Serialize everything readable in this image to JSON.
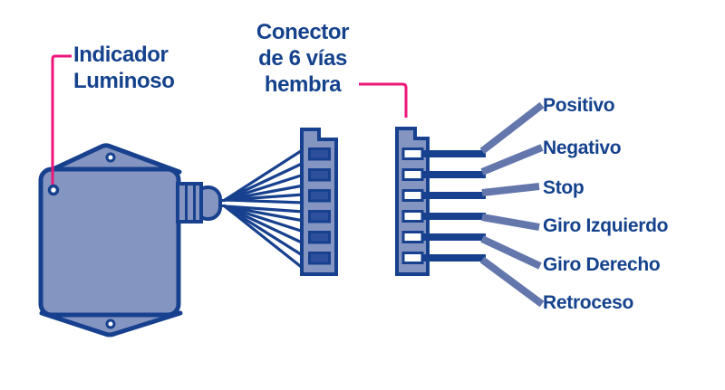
{
  "colors": {
    "navy": "#17418E",
    "fill": "#8495C2",
    "slot": "#2E4F9C",
    "diag": "#6377AD",
    "pink": "#EC1679",
    "text": "#15428D",
    "bg": "#FFFFFF"
  },
  "labels": {
    "indicator": "Indicador\nLuminoso",
    "connector": "Conector\nde 6 vías\nhembra"
  },
  "wires": [
    {
      "label": "Positivo"
    },
    {
      "label": "Negativo"
    },
    {
      "label": "Stop"
    },
    {
      "label": "Giro Izquierdo"
    },
    {
      "label": "Giro Derecho"
    },
    {
      "label": "Retroceso"
    }
  ]
}
